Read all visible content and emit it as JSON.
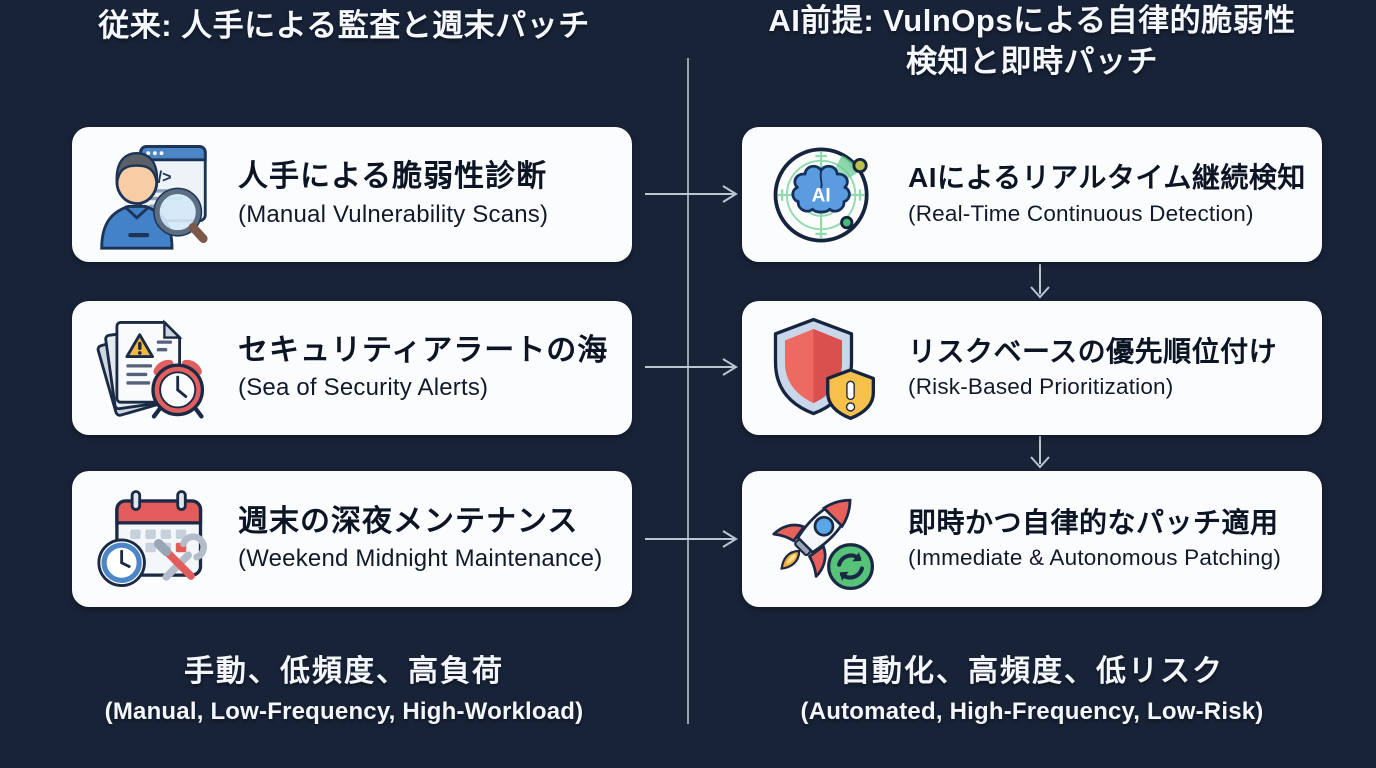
{
  "diagram": {
    "left": {
      "header": "従来: 人手による監査と週末パッチ",
      "cards": [
        {
          "title": "人手による脆弱性診断",
          "subtitle": "(Manual Vulnerability Scans)",
          "icon": "person-magnifier-icon"
        },
        {
          "title": "セキュリティアラートの海",
          "subtitle": "(Sea of Security Alerts)",
          "icon": "alert-documents-clock-icon"
        },
        {
          "title": "週末の深夜メンテナンス",
          "subtitle": "(Weekend Midnight Maintenance)",
          "icon": "calendar-maintenance-icon"
        }
      ],
      "summary_title": "手動、低頻度、高負荷",
      "summary_subtitle": "(Manual, Low-Frequency, High-Workload)"
    },
    "right": {
      "header_line1": "AI前提: VulnOpsによる自律的脆弱性",
      "header_line2": "検知と即時パッチ",
      "cards": [
        {
          "title": "AIによるリアルタイム継続検知",
          "subtitle": "(Real-Time Continuous Detection)",
          "icon": "ai-radar-brain-icon"
        },
        {
          "title": "リスクベースの優先順位付け",
          "subtitle": "(Risk-Based Prioritization)",
          "icon": "shield-alert-icon"
        },
        {
          "title": "即時かつ自律的なパッチ適用",
          "subtitle": "(Immediate & Autonomous Patching)",
          "icon": "rocket-refresh-icon"
        }
      ],
      "summary_title": "自動化、高頻度、低リスク",
      "summary_subtitle": "(Automated, High-Frequency, Low-Risk)"
    },
    "icon_labels": {
      "ai_badge": "AI",
      "code_glyph": "</>"
    },
    "colors": {
      "background": "#182338",
      "card": "#fbfcfd",
      "text_dark": "#0d1525",
      "text_light": "#f5f8fc",
      "accent_red": "#e2605c",
      "accent_green": "#56c27a",
      "accent_blue": "#4d86c6",
      "accent_yellow": "#f2b844",
      "connector": "#c3cfdd"
    }
  }
}
